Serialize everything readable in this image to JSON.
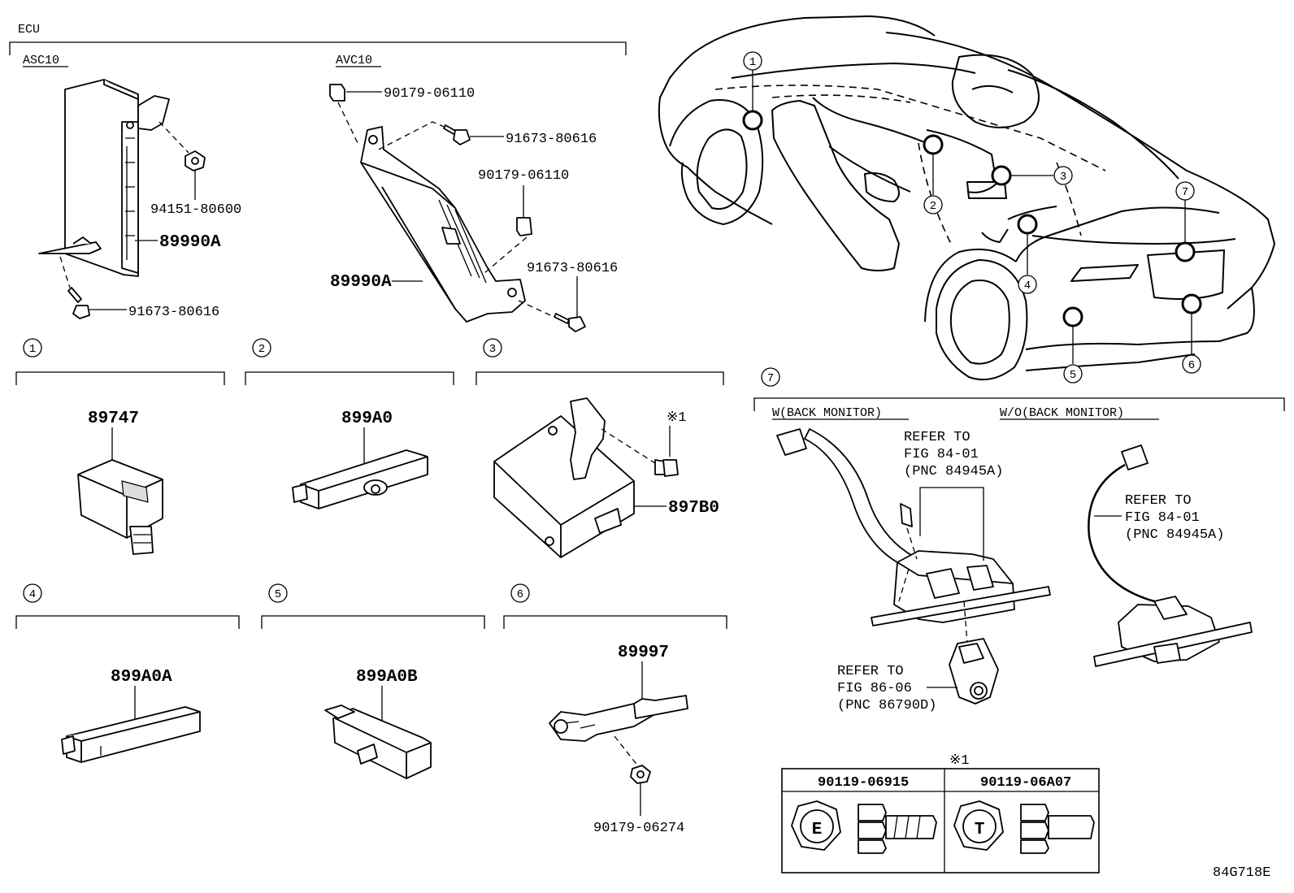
{
  "diagram": {
    "ecu_label": "ECU",
    "asc_label": "ASC10",
    "avc_label": "AVC10",
    "asc_parts": {
      "clip": "94151-80600",
      "ecu": "89990A",
      "bolt": "91673-80616"
    },
    "avc_parts": {
      "clip_top": "90179-06110",
      "bolt_top": "91673-80616",
      "clip_mid": "90179-06110",
      "bolt_bottom": "91673-80616",
      "ecu": "89990A"
    },
    "callouts": [
      "1",
      "2",
      "3",
      "4",
      "5",
      "6",
      "7"
    ],
    "groups": [
      {
        "num": "1",
        "part": "89747"
      },
      {
        "num": "2",
        "part": "899A0"
      },
      {
        "num": "3",
        "part": "897B0",
        "note": "※1"
      },
      {
        "num": "4",
        "part": "899A0A"
      },
      {
        "num": "5",
        "part": "899A0B"
      },
      {
        "num": "6",
        "part": "89997",
        "sub": "90179-06274"
      }
    ],
    "group7": {
      "num": "7",
      "with_label": "W(BACK MONITOR)",
      "without_label": "W/O(BACK MONITOR)",
      "ref1": [
        "REFER TO",
        "FIG 84-01",
        "(PNC 84945A)"
      ],
      "ref2": [
        "REFER TO",
        "FIG 84-01",
        "(PNC 84945A)"
      ],
      "ref3": [
        "REFER TO",
        "FIG 86-06",
        "(PNC 86790D)"
      ]
    },
    "note_table": {
      "mark": "※1",
      "col1": "90119-06915",
      "col2": "90119-06A07",
      "letter1": "E",
      "letter2": "T"
    },
    "figure_code": "84G718E"
  }
}
